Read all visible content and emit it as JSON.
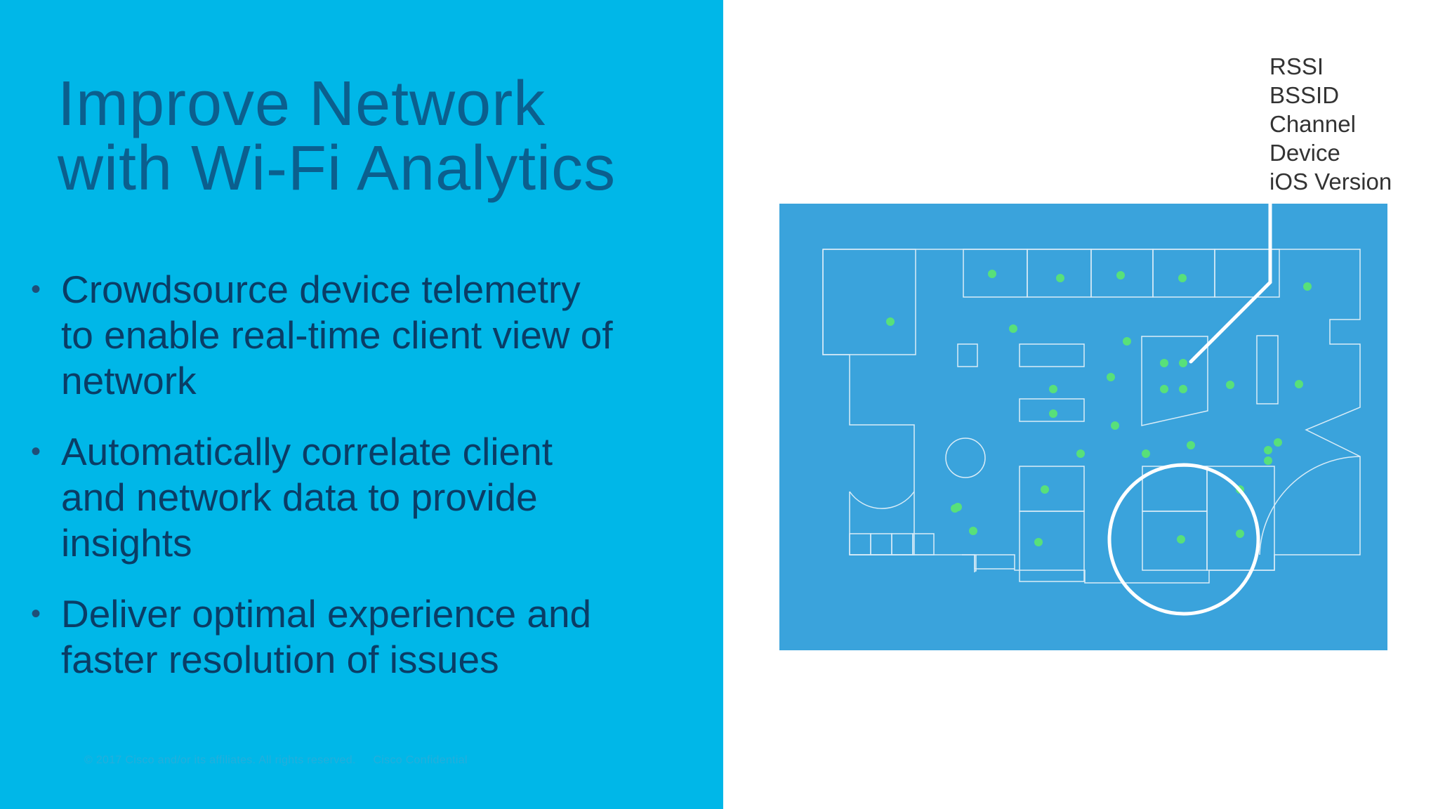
{
  "slide": {
    "title_lines": [
      "Improve Network",
      "with Wi-Fi Analytics"
    ],
    "bullets": [
      {
        "lines": [
          "Crowdsource device telemetry",
          "to enable real-time client view of",
          "network"
        ]
      },
      {
        "lines": [
          "Automatically correlate client",
          "and network data to provide",
          "insights"
        ]
      },
      {
        "lines": [
          "Deliver optimal experience and",
          "faster resolution of issues"
        ]
      }
    ],
    "bullet_symbol": "•",
    "footer": {
      "copyright": "© 2017  Cisco and/or its affiliates. All rights reserved.",
      "classification": "Cisco Confidential"
    }
  },
  "telemetry_fields": [
    "RSSI",
    "BSSID",
    "Channel",
    "Device",
    "iOS Version"
  ],
  "colors": {
    "panel": "#00b7e8",
    "title": "#0b5f8e",
    "body_text": "#0a3d66",
    "map_background": "#3aa3dc",
    "map_walls": "#d9ecf7",
    "client_dot": "#58e07a",
    "highlight": "#ffffff"
  }
}
